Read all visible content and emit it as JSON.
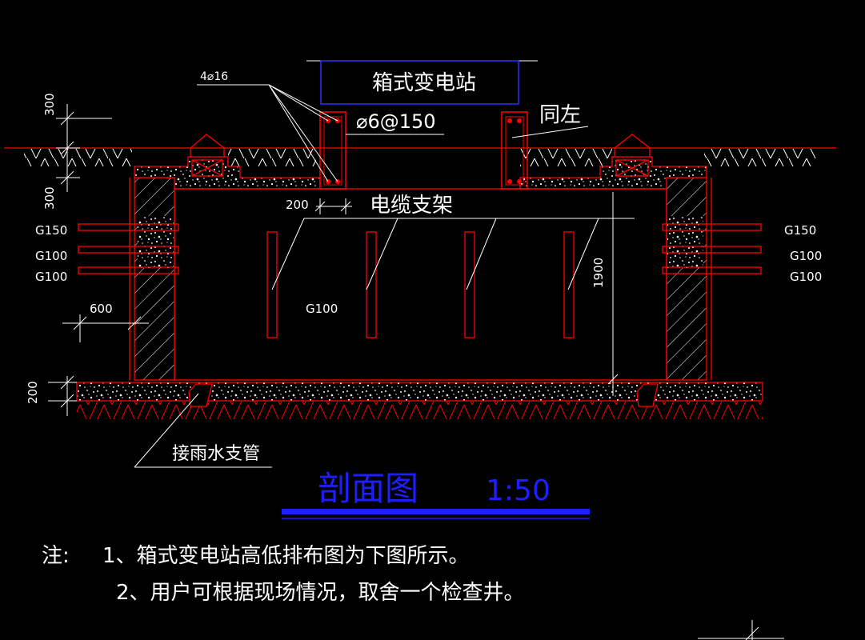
{
  "title_box": {
    "label": "箱式变电站"
  },
  "rebar": {
    "main_bars": "4⌀16",
    "stirrups": "⌀6@150",
    "same_as_left": "同左"
  },
  "dimensions": {
    "d300_top": "300",
    "d300_bottom": "300",
    "d200_wall": "200",
    "d600": "600",
    "d1900": "1900",
    "d200_slab": "200"
  },
  "pipes": {
    "left": [
      "G150",
      "G100",
      "G100"
    ],
    "right": [
      "G150",
      "G100",
      "G100"
    ],
    "interior": "G100"
  },
  "cable_rack": {
    "label": "电缆支架"
  },
  "drain": {
    "label": "接雨水支管"
  },
  "section_title": {
    "label": "剖面图",
    "scale": "1:50"
  },
  "notes": {
    "prefix": "注:",
    "items": [
      "1、箱式变电站高低排布图为下图所示。",
      "2、用户可根据现场情况，取舍一个检查井。"
    ]
  },
  "colors": {
    "background": "#000000",
    "structure": "#ff0000",
    "line": "#ffffff",
    "title_blue": "#1e1eff",
    "box_blue": "#2f2fff",
    "dimension": "#ffffff"
  }
}
